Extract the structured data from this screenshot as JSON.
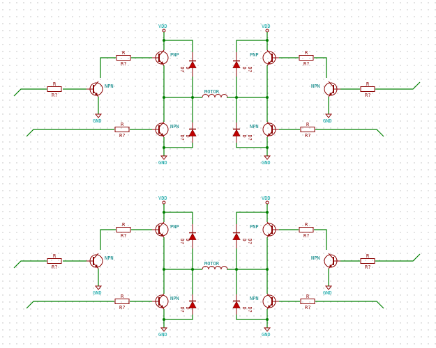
{
  "labels": {
    "vdd": "VDD",
    "gnd": "GND",
    "pnp": "PNP",
    "npn": "NPN",
    "resistor_value": "R",
    "resistor_ref": "R?",
    "diode_value": "D",
    "diode_ref": "D?",
    "motor": "MOTOR"
  },
  "colors": {
    "wire": "#008000",
    "component": "#8b0000",
    "label": "#008080",
    "power": "#00a0a0",
    "grid": "#b8b8b8",
    "diode_fill": "#c00000"
  },
  "bridges": [
    "bridge-top",
    "bridge-bottom"
  ]
}
